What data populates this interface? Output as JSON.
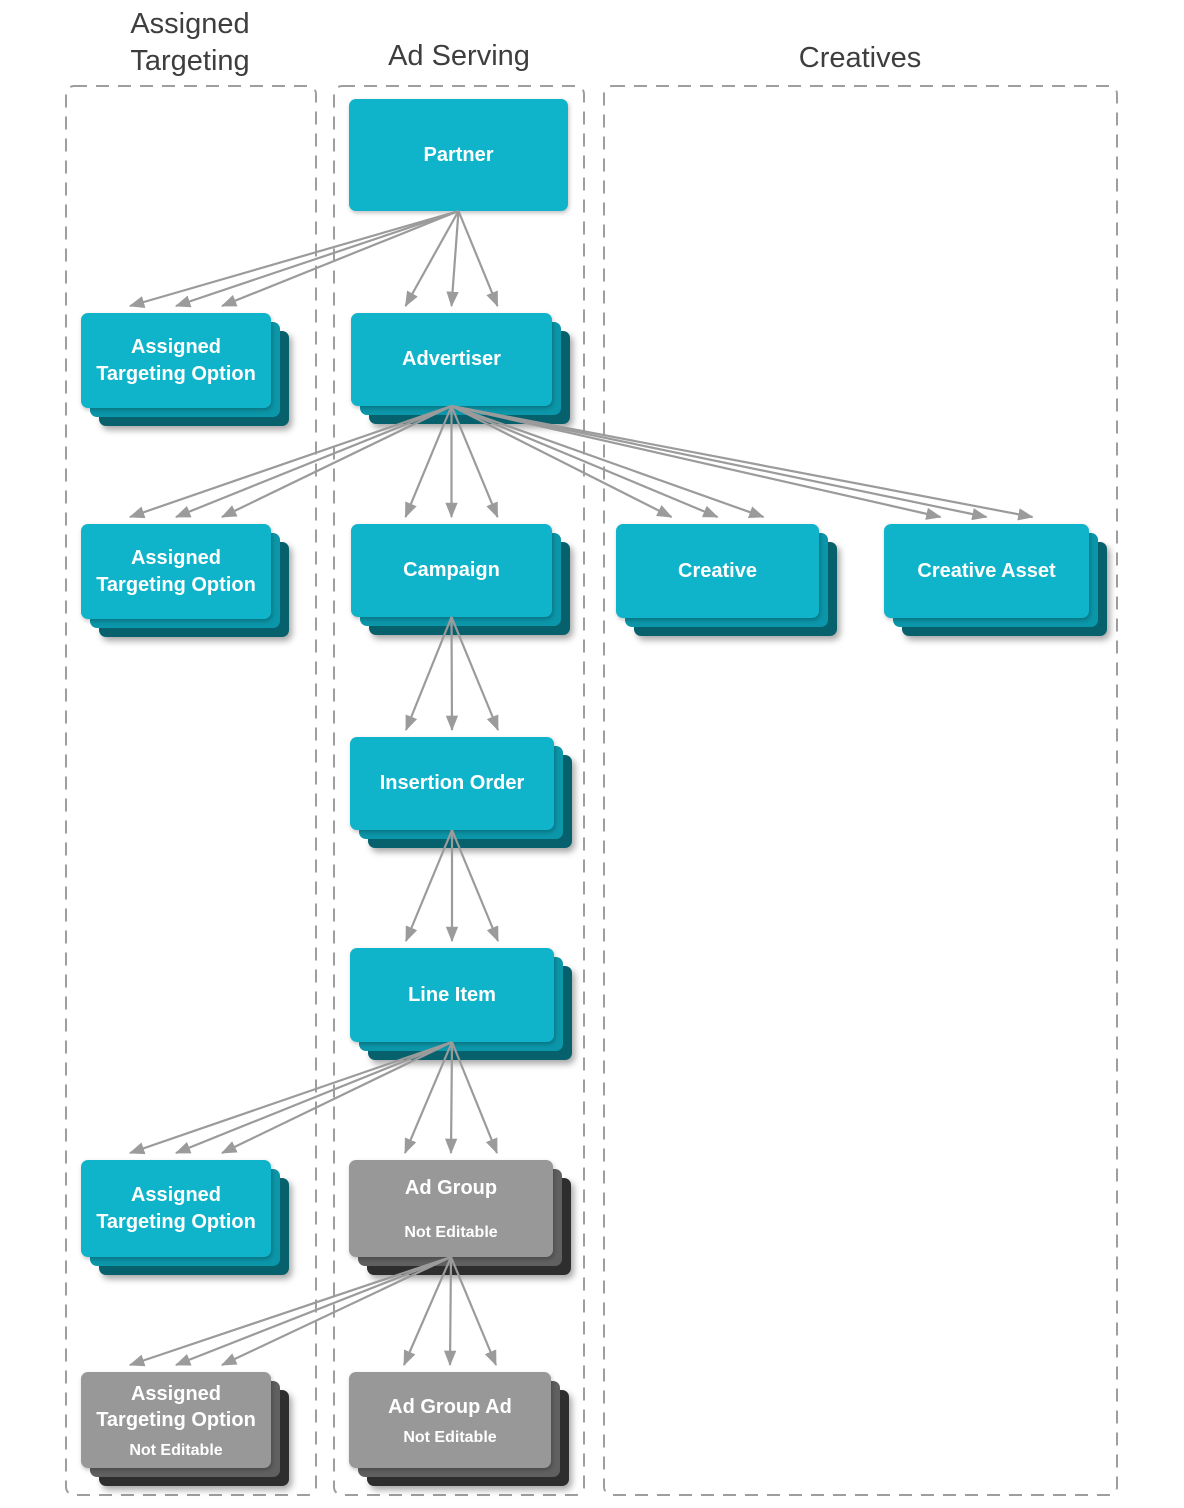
{
  "diagram": {
    "columns": [
      {
        "id": "assigned-targeting",
        "title": "Assigned Targeting"
      },
      {
        "id": "ad-serving",
        "title": "Ad Serving"
      },
      {
        "id": "creatives",
        "title": "Creatives"
      }
    ],
    "nodes": {
      "partner": {
        "label": "Partner"
      },
      "ato1": {
        "label": "Assigned Targeting Option"
      },
      "advertiser": {
        "label": "Advertiser"
      },
      "ato2": {
        "label": "Assigned Targeting Option"
      },
      "campaign": {
        "label": "Campaign"
      },
      "creative": {
        "label": "Creative"
      },
      "creative_asset": {
        "label": "Creative Asset"
      },
      "insertion_order": {
        "label": "Insertion Order"
      },
      "line_item": {
        "label": "Line Item"
      },
      "ato3": {
        "label": "Assigned Targeting Option"
      },
      "ad_group": {
        "label": "Ad Group",
        "sublabel": "Not Editable"
      },
      "ato_not_editable": {
        "label": "Assigned Targeting Option",
        "sublabel": "Not Editable"
      },
      "ad_group_ad": {
        "label": "Ad Group Ad",
        "sublabel": "Not Editable"
      }
    },
    "edges": [
      {
        "from": "partner",
        "to": "ato1"
      },
      {
        "from": "partner",
        "to": "advertiser"
      },
      {
        "from": "advertiser",
        "to": "ato2"
      },
      {
        "from": "advertiser",
        "to": "campaign"
      },
      {
        "from": "advertiser",
        "to": "creative"
      },
      {
        "from": "advertiser",
        "to": "creative_asset"
      },
      {
        "from": "campaign",
        "to": "insertion_order"
      },
      {
        "from": "insertion_order",
        "to": "line_item"
      },
      {
        "from": "line_item",
        "to": "ato3"
      },
      {
        "from": "line_item",
        "to": "ad_group"
      },
      {
        "from": "ad_group",
        "to": "ato_not_editable"
      },
      {
        "from": "ad_group",
        "to": "ad_group_ad"
      }
    ],
    "colors": {
      "teal": "#10b4ca",
      "teal_mid": "#0b96a9",
      "teal_dark": "#07616d",
      "gray": "#989898",
      "gray_mid": "#606060",
      "gray_dark": "#2e2e2e",
      "arrow": "#9b9b9b",
      "dashed_border": "#9e9e9e",
      "heading_text": "#3e3e3e",
      "node_text": "#ffffff"
    }
  }
}
